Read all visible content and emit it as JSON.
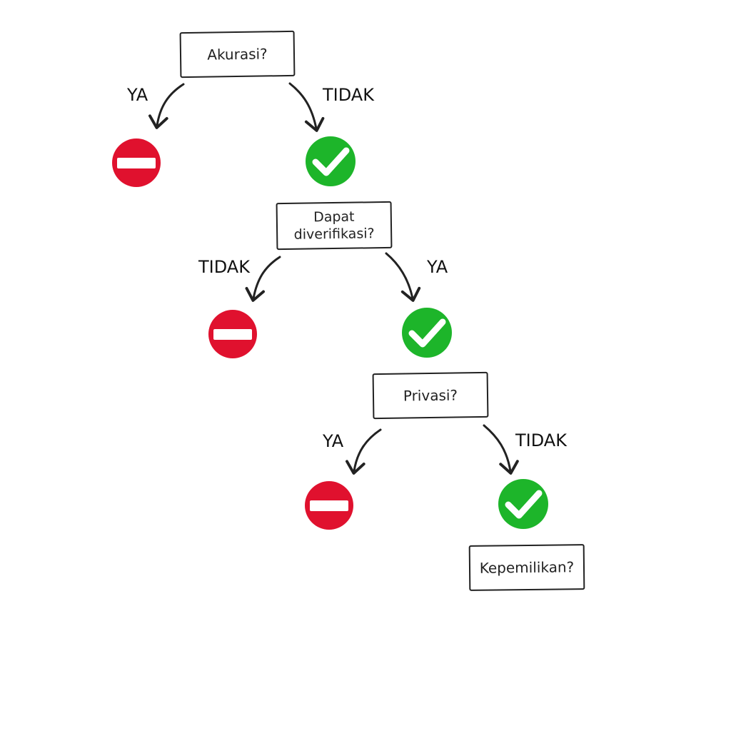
{
  "nodes": [
    {
      "label": "Akurasi?"
    },
    {
      "label": "Dapat\ndiverifikasi?"
    },
    {
      "label": "Privasi?"
    },
    {
      "label": "Kepemilikan?"
    }
  ],
  "branches": [
    {
      "left_label": "YA",
      "right_label": "TIDAK",
      "left_result": "stop-icon",
      "right_result": "check-icon"
    },
    {
      "left_label": "TIDAK",
      "right_label": "YA",
      "left_result": "stop-icon",
      "right_result": "check-icon"
    },
    {
      "left_label": "YA",
      "right_label": "TIDAK",
      "left_result": "stop-icon",
      "right_result": "check-icon"
    }
  ],
  "colors": {
    "stop": "#e0112e",
    "check": "#1db52a",
    "ink": "#222222"
  }
}
